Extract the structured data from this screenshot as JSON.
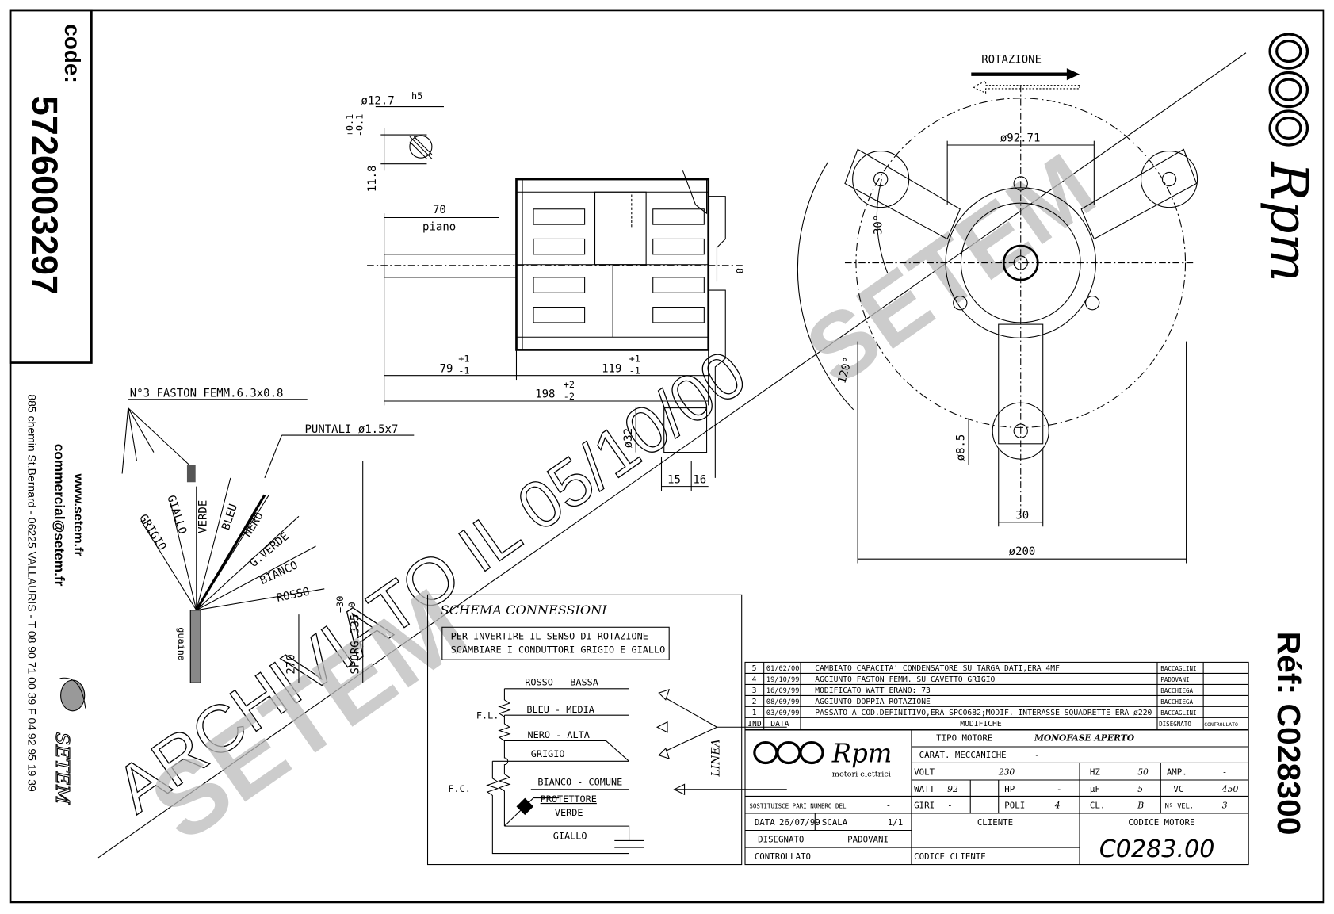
{
  "code_box": {
    "label": "code:",
    "value": "5726003297"
  },
  "contact": {
    "website": "www.setem.fr",
    "email": "commercial@setem.fr",
    "address": "885 chemin St.Bernard  -  06225 VALLAURIS  -  T 08 90 71 00 39   F 04 92 95 19 39",
    "brand": "SETEM"
  },
  "reference": {
    "label": "Réf: C028300",
    "logo": "Rpm"
  },
  "watermark": {
    "archived": "ARCHIVIATO IL 05/10/00",
    "brand": "SETEM"
  },
  "rotation": {
    "label": "ROTAZIONE"
  },
  "dimensions": {
    "shaft_dia": "ø12.7",
    "shaft_tol": "h5",
    "flat_tol_plus": "+0.1",
    "flat_tol_minus": "-0.1",
    "flat": "11.8",
    "flat_len": "70",
    "flat_label": "piano",
    "d79": "79",
    "d79_tol_p": "+1",
    "d79_tol_m": "-1",
    "d119": "119",
    "d119_tol_p": "+1",
    "d119_tol_m": "-1",
    "d198": "198",
    "d198_tol_p": "+2",
    "d198_tol_m": "-2",
    "d8": "8",
    "d32": "ø32",
    "d15": "15",
    "d16": "16",
    "d92": "ø92.71",
    "a30": "30°",
    "a120": "120°",
    "d8_5": "ø8.5",
    "d30": "30",
    "d200": "ø200"
  },
  "wiring": {
    "faston": "N°3 FASTON FEMM.6.3x0.8",
    "puntali": "PUNTALI ø1.5x7",
    "wires": [
      "GRIGIO",
      "GIALLO",
      "VERDE",
      "BLEU",
      "NERO",
      "G.VERDE",
      "BIANCO",
      "ROSSO"
    ],
    "sheath": "guaina",
    "len_270": "270",
    "sporg": "SPORG.335",
    "sporg_tol_p": "+30",
    "sporg_tol_m": "0"
  },
  "schema": {
    "title": "SCHEMA CONNESSIONI",
    "note_1": "PER INVERTIRE IL SENSO DI ROTAZIONE",
    "note_2": "SCAMBIARE I CONDUTTORI GRIGIO E GIALLO",
    "rosso": "ROSSO - BASSA",
    "bleu": "BLEU - MEDIA",
    "nero": "NERO - ALTA",
    "grigio": "GRIGIO",
    "bianco": "BIANCO - COMUNE",
    "protettore": "PROTETTORE",
    "verde": "VERDE",
    "giallo": "GIALLO",
    "fl": "F.L.",
    "fc": "F.C.",
    "linea": "LINEA"
  },
  "revisions": {
    "rows": [
      {
        "ind": "5",
        "data": "01/02/00",
        "modifica": "CAMBIATO CAPACITA' CONDENSATORE SU TARGA DATI,ERA 4MF",
        "disegnato": "BACCAGLINI",
        "controllato": ""
      },
      {
        "ind": "4",
        "data": "19/10/99",
        "modifica": "AGGIUNTO FASTON FEMM. SU CAVETTO GRIGIO",
        "disegnato": "PADOVANI",
        "controllato": ""
      },
      {
        "ind": "3",
        "data": "16/09/99",
        "modifica": "MODIFICATO WATT ERANO: 73",
        "disegnato": "BACCHIEGA",
        "controllato": ""
      },
      {
        "ind": "2",
        "data": "08/09/99",
        "modifica": "AGGIUNTO DOPPIA ROTAZIONE",
        "disegnato": "BACCHIEGA",
        "controllato": ""
      },
      {
        "ind": "1",
        "data": "03/09/99",
        "modifica": "PASSATO A COD.DEFINITIVO,ERA SPC0682;MODIF. INTERASSE SQUADRETTE ERA ø220",
        "disegnato": "BACCAGLINI",
        "controllato": ""
      }
    ],
    "headers": {
      "ind": "IND",
      "data": "DATA",
      "modifica": "MODIFICHE",
      "disegnato": "DISEGNATO",
      "controllato": "CONTROLLATO"
    }
  },
  "title_block": {
    "logo": "Rpm",
    "logo_sub": "motori elettrici",
    "tipo_label": "TIPO MOTORE",
    "tipo_value": "MONOFASE APERTO",
    "carat_label": "CARAT. MECCANICHE",
    "carat_value": "-",
    "volt_label": "VOLT",
    "volt_value": "230",
    "hz_label": "HZ",
    "hz_value": "50",
    "amp_label": "AMP.",
    "amp_value": "-",
    "watt_label": "WATT",
    "watt_value": "92",
    "hp_label": "HP",
    "hp_value": "-",
    "uf_label": "µF",
    "uf_value": "5",
    "vc_label": "VC",
    "vc_value": "450",
    "giri_label": "GIRI",
    "giri_value": "-",
    "poli_label": "POLI",
    "poli_value": "4",
    "cl_label": "CL.",
    "cl_value": "B",
    "vel_label": "Nº VEL.",
    "vel_value": "3",
    "sostituisce_label": "SOSTITUISCE PARI NUMERO DEL",
    "sostituisce_value": "-",
    "data_label": "DATA",
    "data_value": "26/07/99",
    "scala_label": "SCALA",
    "scala_value": "1/1",
    "disegnato_label": "DISEGNATO",
    "disegnato_value": "PADOVANI",
    "controllato_label": "CONTROLLATO",
    "cliente_label": "CLIENTE",
    "codice_cliente_label": "CODICE CLIENTE",
    "codice_motore_label": "CODICE MOTORE",
    "codice_motore_value": "C0283.00"
  }
}
